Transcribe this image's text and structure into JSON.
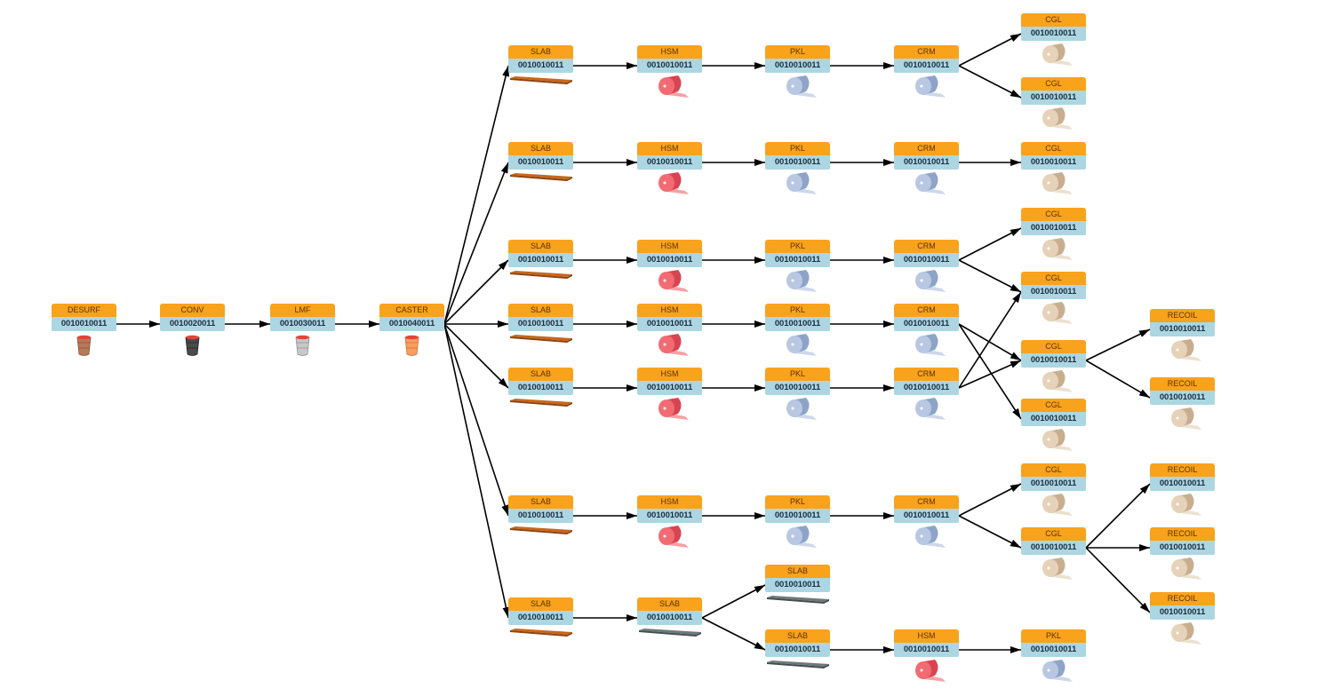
{
  "diagram": {
    "title": "Material genealogy",
    "colors": {
      "header": "#f9a21b",
      "id_row": "#acd6e2",
      "edge": "#000000"
    },
    "nodes": [
      {
        "key": "n0",
        "label": "DESURF",
        "id": "0010010011",
        "icon": "ladle-brown-icon",
        "col": 0,
        "row": 342
      },
      {
        "key": "n1",
        "label": "CONV",
        "id": "0010020011",
        "icon": "ladle-dark-icon",
        "col": 1,
        "row": 342
      },
      {
        "key": "n2",
        "label": "LMF",
        "id": "0010030011",
        "icon": "ladle-grey-icon",
        "col": 2,
        "row": 342
      },
      {
        "key": "n3",
        "label": "CASTER",
        "id": "0010040011",
        "icon": "ladle-orange-icon",
        "col": 3,
        "row": 342
      },
      {
        "key": "s1",
        "label": "SLAB",
        "id": "0010010011",
        "icon": "slab-orange-icon",
        "col": 4,
        "row": 51
      },
      {
        "key": "s2",
        "label": "SLAB",
        "id": "0010010011",
        "icon": "slab-orange-icon",
        "col": 4,
        "row": 160
      },
      {
        "key": "s3",
        "label": "SLAB",
        "id": "0010010011",
        "icon": "slab-orange-icon",
        "col": 4,
        "row": 270
      },
      {
        "key": "s4",
        "label": "SLAB",
        "id": "0010010011",
        "icon": "slab-orange-icon",
        "col": 4,
        "row": 342
      },
      {
        "key": "s5",
        "label": "SLAB",
        "id": "0010010011",
        "icon": "slab-orange-icon",
        "col": 4,
        "row": 414
      },
      {
        "key": "s6",
        "label": "SLAB",
        "id": "0010010011",
        "icon": "slab-orange-icon",
        "col": 4,
        "row": 558
      },
      {
        "key": "s7",
        "label": "SLAB",
        "id": "0010010011",
        "icon": "slab-orange-icon",
        "col": 4,
        "row": 673
      },
      {
        "key": "h1",
        "label": "HSM",
        "id": "0010010011",
        "icon": "coil-red-icon",
        "col": 5,
        "row": 51
      },
      {
        "key": "h2",
        "label": "HSM",
        "id": "0010010011",
        "icon": "coil-red-icon",
        "col": 5,
        "row": 160
      },
      {
        "key": "h3",
        "label": "HSM",
        "id": "0010010011",
        "icon": "coil-red-icon",
        "col": 5,
        "row": 270
      },
      {
        "key": "h4",
        "label": "HSM",
        "id": "0010010011",
        "icon": "coil-red-icon",
        "col": 5,
        "row": 342
      },
      {
        "key": "h5",
        "label": "HSM",
        "id": "0010010011",
        "icon": "coil-red-icon",
        "col": 5,
        "row": 414
      },
      {
        "key": "h6",
        "label": "HSM",
        "id": "0010010011",
        "icon": "coil-red-icon",
        "col": 5,
        "row": 558
      },
      {
        "key": "g7",
        "label": "SLAB",
        "id": "0010010011",
        "icon": "slab-grey-icon",
        "col": 5,
        "row": 673
      },
      {
        "key": "p1",
        "label": "PKL",
        "id": "0010010011",
        "icon": "coil-blue-icon",
        "col": 6,
        "row": 51
      },
      {
        "key": "p2",
        "label": "PKL",
        "id": "0010010011",
        "icon": "coil-blue-icon",
        "col": 6,
        "row": 160
      },
      {
        "key": "p3",
        "label": "PKL",
        "id": "0010010011",
        "icon": "coil-blue-icon",
        "col": 6,
        "row": 270
      },
      {
        "key": "p4",
        "label": "PKL",
        "id": "0010010011",
        "icon": "coil-blue-icon",
        "col": 6,
        "row": 342
      },
      {
        "key": "p5",
        "label": "PKL",
        "id": "0010010011",
        "icon": "coil-blue-icon",
        "col": 6,
        "row": 414
      },
      {
        "key": "p6",
        "label": "PKL",
        "id": "0010010011",
        "icon": "coil-blue-icon",
        "col": 6,
        "row": 558
      },
      {
        "key": "g8",
        "label": "SLAB",
        "id": "0010010011",
        "icon": "slab-grey-icon",
        "col": 6,
        "row": 636
      },
      {
        "key": "g9",
        "label": "SLAB",
        "id": "0010010011",
        "icon": "slab-grey-icon",
        "col": 6,
        "row": 709
      },
      {
        "key": "c1",
        "label": "CRM",
        "id": "0010010011",
        "icon": "coil-blue-icon",
        "col": 7,
        "row": 51
      },
      {
        "key": "c2",
        "label": "CRM",
        "id": "0010010011",
        "icon": "coil-blue-icon",
        "col": 7,
        "row": 160
      },
      {
        "key": "c3",
        "label": "CRM",
        "id": "0010010011",
        "icon": "coil-blue-icon",
        "col": 7,
        "row": 270
      },
      {
        "key": "c4",
        "label": "CRM",
        "id": "0010010011",
        "icon": "coil-blue-icon",
        "col": 7,
        "row": 342
      },
      {
        "key": "c5",
        "label": "CRM",
        "id": "0010010011",
        "icon": "coil-blue-icon",
        "col": 7,
        "row": 414
      },
      {
        "key": "c6",
        "label": "CRM",
        "id": "0010010011",
        "icon": "coil-blue-icon",
        "col": 7,
        "row": 558
      },
      {
        "key": "h9",
        "label": "HSM",
        "id": "0010010011",
        "icon": "coil-red-icon",
        "col": 7,
        "row": 709
      },
      {
        "key": "q1",
        "label": "CGL",
        "id": "0010010011",
        "icon": "coil-beige-icon",
        "col": 8,
        "row": 15
      },
      {
        "key": "q2",
        "label": "CGL",
        "id": "0010010011",
        "icon": "coil-beige-icon",
        "col": 8,
        "row": 87
      },
      {
        "key": "q3",
        "label": "CGL",
        "id": "0010010011",
        "icon": "coil-beige-icon",
        "col": 8,
        "row": 160
      },
      {
        "key": "q4",
        "label": "CGL",
        "id": "0010010011",
        "icon": "coil-beige-icon",
        "col": 8,
        "row": 234
      },
      {
        "key": "q5",
        "label": "CGL",
        "id": "0010010011",
        "icon": "coil-beige-icon",
        "col": 8,
        "row": 306
      },
      {
        "key": "q6",
        "label": "CGL",
        "id": "0010010011",
        "icon": "coil-beige-icon",
        "col": 8,
        "row": 383
      },
      {
        "key": "q7",
        "label": "CGL",
        "id": "0010010011",
        "icon": "coil-beige-icon",
        "col": 8,
        "row": 449
      },
      {
        "key": "q8",
        "label": "CGL",
        "id": "0010010011",
        "icon": "coil-beige-icon",
        "col": 8,
        "row": 522
      },
      {
        "key": "q9",
        "label": "CGL",
        "id": "0010010011",
        "icon": "coil-beige-icon",
        "col": 8,
        "row": 594
      },
      {
        "key": "p9",
        "label": "PKL",
        "id": "0010010011",
        "icon": "coil-blue-icon",
        "col": 8,
        "row": 709
      },
      {
        "key": "r1",
        "label": "RECOIL",
        "id": "0010010011",
        "icon": "coil-beige-icon",
        "col": 9,
        "row": 348
      },
      {
        "key": "r2",
        "label": "RECOIL",
        "id": "0010010011",
        "icon": "coil-beige-icon",
        "col": 9,
        "row": 425
      },
      {
        "key": "r3",
        "label": "RECOIL",
        "id": "0010010011",
        "icon": "coil-beige-icon",
        "col": 9,
        "row": 522
      },
      {
        "key": "r4",
        "label": "RECOIL",
        "id": "0010010011",
        "icon": "coil-beige-icon",
        "col": 9,
        "row": 594
      },
      {
        "key": "r5",
        "label": "RECOIL",
        "id": "0010010011",
        "icon": "coil-beige-icon",
        "col": 9,
        "row": 667
      }
    ],
    "edges": [
      [
        "n0",
        "n1"
      ],
      [
        "n1",
        "n2"
      ],
      [
        "n2",
        "n3"
      ],
      [
        "n3",
        "s1"
      ],
      [
        "n3",
        "s2"
      ],
      [
        "n3",
        "s3"
      ],
      [
        "n3",
        "s4"
      ],
      [
        "n3",
        "s5"
      ],
      [
        "n3",
        "s6"
      ],
      [
        "n3",
        "s7"
      ],
      [
        "s1",
        "h1"
      ],
      [
        "s2",
        "h2"
      ],
      [
        "s3",
        "h3"
      ],
      [
        "s4",
        "h4"
      ],
      [
        "s5",
        "h5"
      ],
      [
        "s6",
        "h6"
      ],
      [
        "s7",
        "g7"
      ],
      [
        "h1",
        "p1"
      ],
      [
        "h2",
        "p2"
      ],
      [
        "h3",
        "p3"
      ],
      [
        "h4",
        "p4"
      ],
      [
        "h5",
        "p5"
      ],
      [
        "h6",
        "p6"
      ],
      [
        "g7",
        "g8"
      ],
      [
        "g7",
        "g9"
      ],
      [
        "p1",
        "c1"
      ],
      [
        "p2",
        "c2"
      ],
      [
        "p3",
        "c3"
      ],
      [
        "p4",
        "c4"
      ],
      [
        "p5",
        "c5"
      ],
      [
        "p6",
        "c6"
      ],
      [
        "g9",
        "h9"
      ],
      [
        "c1",
        "q1"
      ],
      [
        "c1",
        "q2"
      ],
      [
        "c2",
        "q3"
      ],
      [
        "c3",
        "q4"
      ],
      [
        "c3",
        "q5"
      ],
      [
        "c4",
        "q6"
      ],
      [
        "c4",
        "q7"
      ],
      [
        "c5",
        "q5"
      ],
      [
        "c5",
        "q6"
      ],
      [
        "c6",
        "q8"
      ],
      [
        "c6",
        "q9"
      ],
      [
        "h9",
        "p9"
      ],
      [
        "q6",
        "r1"
      ],
      [
        "q6",
        "r2"
      ],
      [
        "q9",
        "r3"
      ],
      [
        "q9",
        "r4"
      ],
      [
        "q9",
        "r5"
      ]
    ]
  }
}
